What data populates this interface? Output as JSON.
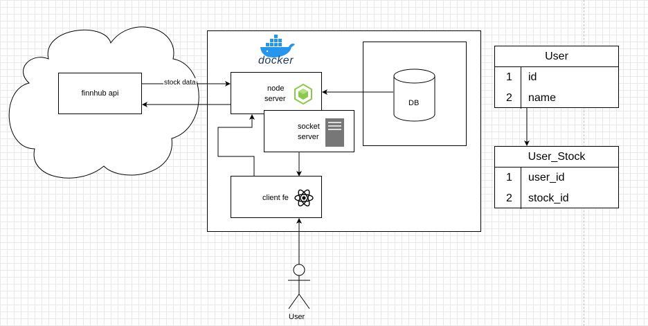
{
  "diagram": {
    "cloud_label": "finnhub api",
    "edge_stock_data": "stock data",
    "container_logo_text": "docker",
    "node_server_label": [
      "node",
      "server"
    ],
    "socket_server_label": [
      "socket",
      "server"
    ],
    "client_fe_label": "client fe",
    "db_label": "DB",
    "actor_label": "User"
  },
  "tables": [
    {
      "title": "User",
      "rows": [
        {
          "num": "1",
          "field": "id"
        },
        {
          "num": "2",
          "field": "name"
        }
      ]
    },
    {
      "title": "User_Stock",
      "rows": [
        {
          "num": "1",
          "field": "user_id"
        },
        {
          "num": "2",
          "field": "stock_id"
        }
      ]
    }
  ],
  "colors": {
    "docker_blue": "#2496ed",
    "node_green": "#8cc84b",
    "react_color": "#000000",
    "server_icon_gray": "#777777",
    "grid": "#e9e9e9"
  }
}
